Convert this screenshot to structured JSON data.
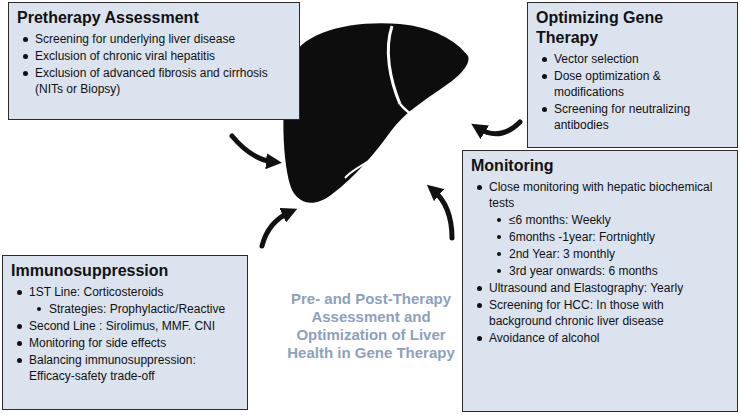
{
  "diagram": {
    "title": "Pre- and Post-Therapy Assessment and Optimization of Liver Health in Gene Therapy",
    "nodes": [
      {
        "text": [
          "Pretherapy Assessment",
          "Screening for underlying liver disease",
          "Exclusion of chronic viral hepatitis",
          "Exclusion of advanced fibrosis and cirrhosis (NITs or Biopsy)"
        ]
      },
      {
        "text": [
          "Optimizing Gene Therapy",
          "Vector selection",
          "Dose optimization & modifications",
          "Screening for neutralizing antibodies"
        ]
      },
      {
        "text": [
          "Immunosuppression",
          "1ST Line: Corticosteroids",
          "Strategies: Prophylactic/Reactive",
          "Second Line : Sirolimus, MMF. CNI",
          "Monitoring for side effects",
          "Balancing immunosuppression: Efficacy-safety trade-off"
        ]
      },
      {
        "text": [
          "Monitoring",
          "Close monitoring with hepatic biochemical tests",
          "≤6 months: Weekly",
          "6months -1year: Fortnightly",
          "2nd Year: 3 monthly",
          "3rd year onwards: 6 months",
          "Ultrasound and Elastography: Yearly",
          "Screening for HCC: In those with background chronic liver disease",
          "Avoidance of alcohol"
        ]
      }
    ]
  }
}
